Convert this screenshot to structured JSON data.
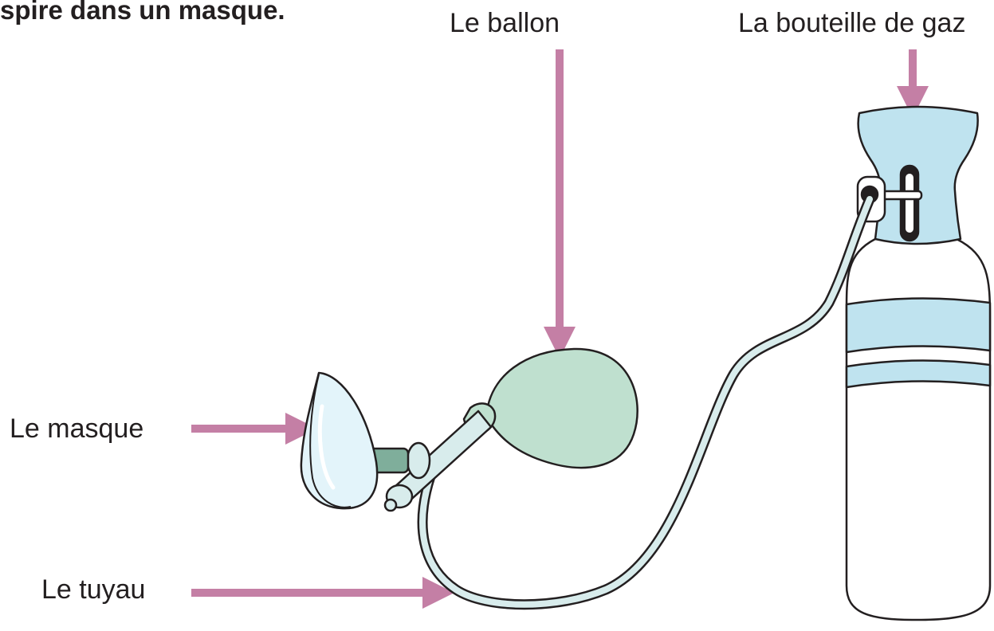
{
  "header": {
    "title": "spire dans un masque."
  },
  "labels": {
    "ballon": "Le ballon",
    "bouteille": "La bouteille de gaz",
    "masque": "Le masque",
    "tuyau": "Le tuyau"
  },
  "colors": {
    "arrow": "#c47fa5",
    "bag": "#bfe0cf",
    "tube": "#d8ecec",
    "cylinder_cap": "#bfe3ef",
    "cylinder_band": "#bfe3ef",
    "mask": "#e3f4fa",
    "outline": "#231f20"
  }
}
